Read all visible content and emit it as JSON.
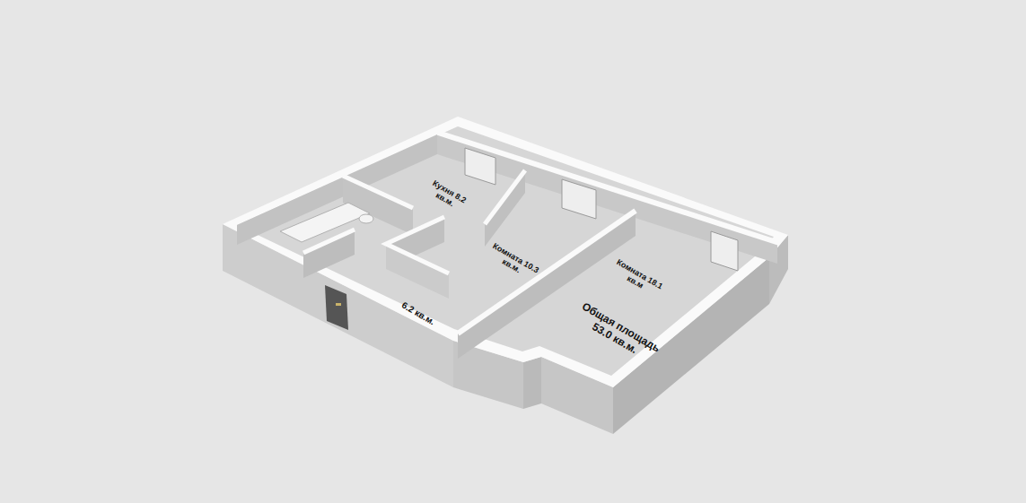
{
  "diagram": {
    "nodes": [
      {
        "text": [
          "Кухня 8.2 кв.м."
        ]
      },
      {
        "text": [
          "Комната 10.3 кв.м."
        ]
      },
      {
        "text": [
          "Комната 18.1 кв.м"
        ]
      },
      {
        "text": [
          "6.2 кв.м."
        ]
      }
    ],
    "labels": [
      "Общая площадь 53.0 кв.м."
    ]
  }
}
